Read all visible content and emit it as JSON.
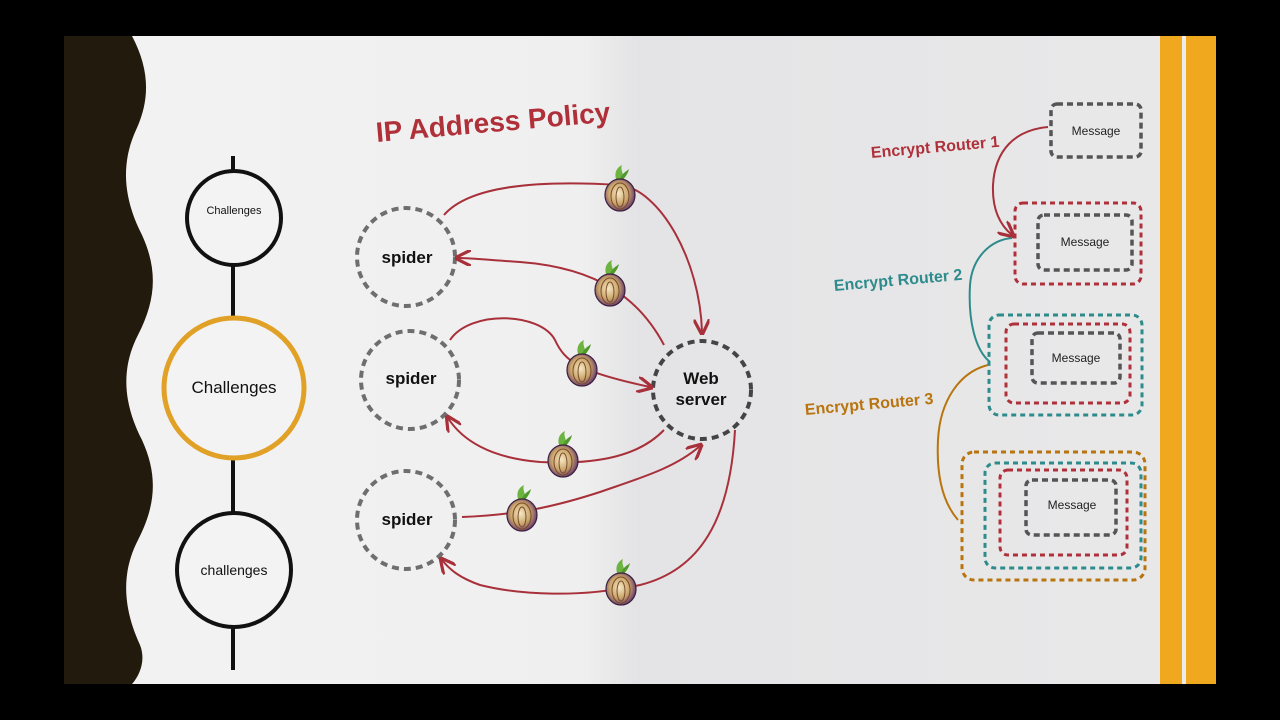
{
  "title": "IP Address Policy",
  "timeline": {
    "nodes": [
      {
        "label": "Challenges",
        "highlight": false
      },
      {
        "label": "Challenges",
        "highlight": true
      },
      {
        "label": "challenges",
        "highlight": false
      }
    ]
  },
  "policy_diagram": {
    "spiders": [
      "spider",
      "spider",
      "spider"
    ],
    "web_server": [
      "Web",
      "server"
    ],
    "icon": "tor-onion-icon"
  },
  "encryption": {
    "router_labels": [
      "Encrypt Router 1",
      "Encrypt Router 2",
      "Encrypt Router 3"
    ],
    "message_label": "Message"
  },
  "colors": {
    "title_red": "#b0303a",
    "router1_red": "#b0303a",
    "router2_teal": "#2e8b8b",
    "router3_orange": "#b8740e",
    "highlight_ring": "#e0a126",
    "right_stripes": "#f0a81e",
    "left_wave": "#231a0e"
  }
}
